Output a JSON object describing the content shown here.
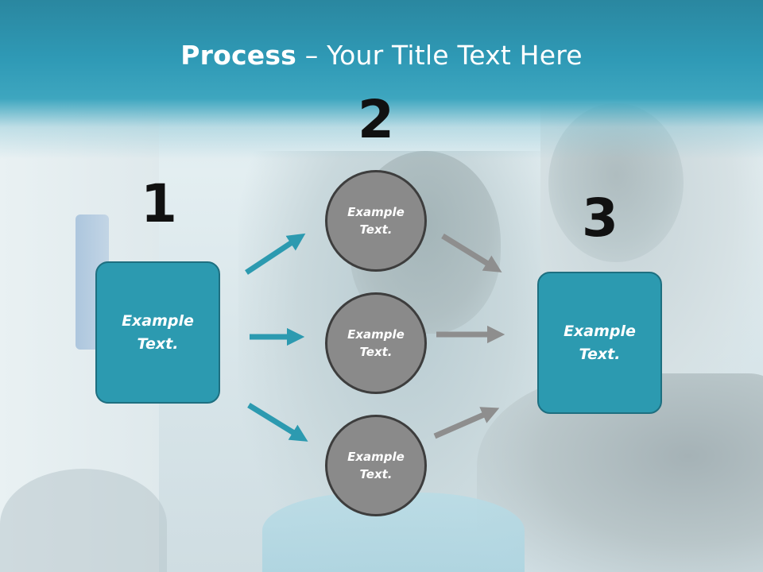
{
  "title": {
    "bold": "Process",
    "rest": " – Your Title Text Here"
  },
  "steps": {
    "step1": {
      "number": "1",
      "box_text": "Example\nText."
    },
    "step2": {
      "number": "2",
      "circles": [
        {
          "text": "Example\nText."
        },
        {
          "text": "Example\nText."
        },
        {
          "text": "Example\nText."
        }
      ]
    },
    "step3": {
      "number": "3",
      "box_text": "Example\nText."
    }
  },
  "colors": {
    "teal_box": "#2c9ab0",
    "teal_arrow": "#2c9ab0",
    "gray_circle": "#8a8a8a",
    "gray_arrow": "#8e8e8e",
    "header": "#2f9ab6"
  }
}
